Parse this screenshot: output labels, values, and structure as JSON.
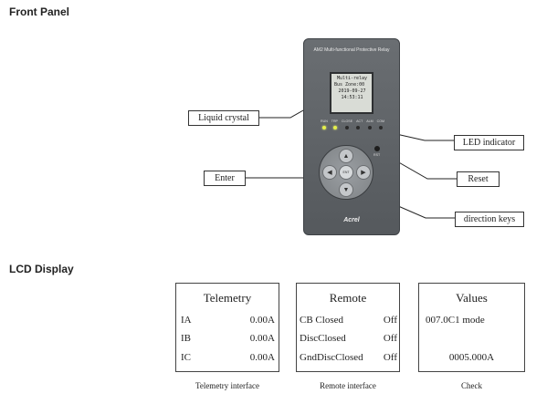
{
  "front_panel": {
    "title": "Front Panel"
  },
  "device": {
    "header": "AM2 Multi-functional Protective Relay",
    "lcd_lines": [
      "Multi-relay",
      "Bus    Zone:00",
      "2019-09-27",
      "14:53:11"
    ],
    "led_labels": [
      "RUN",
      "TRP",
      "CLOSE",
      "ACT",
      "ALM",
      "COM"
    ],
    "led_on": [
      true,
      true,
      false,
      false,
      false,
      false
    ],
    "reset_label": "RST",
    "enter_label": "ENT",
    "arrow_up": "▲",
    "arrow_down": "▼",
    "arrow_left": "◀",
    "arrow_right": "▶",
    "logo": "Acrel"
  },
  "callouts": {
    "liquid_crystal": "Liquid crystal",
    "led_indicator": "LED indicator",
    "enter": "Enter",
    "reset": "Reset",
    "direction_keys": "direction keys"
  },
  "lcd_display": {
    "title": "LCD Display",
    "telemetry": {
      "title": "Telemetry",
      "rows": [
        [
          "IA",
          "0.00A"
        ],
        [
          "IB",
          "0.00A"
        ],
        [
          "IC",
          "0.00A"
        ]
      ],
      "caption": "Telemetry interface"
    },
    "remote": {
      "title": "Remote",
      "rows": [
        [
          "CB Closed",
          "Off"
        ],
        [
          "DiscClosed",
          "Off"
        ],
        [
          "GndDiscClosed",
          "Off"
        ]
      ],
      "caption": "Remote interface"
    },
    "values": {
      "title": "Values",
      "line1": "007.0C1 mode",
      "line2": "0005.000A",
      "caption": "Check"
    }
  }
}
